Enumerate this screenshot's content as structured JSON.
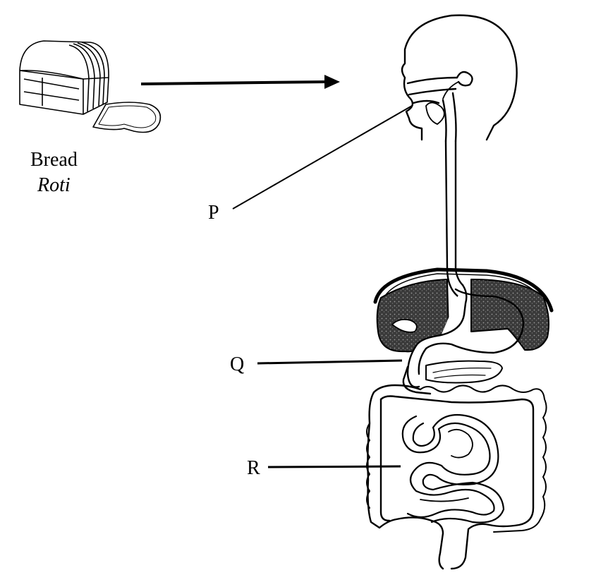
{
  "labels": {
    "bread": "Bread",
    "bread_sub": "Roti",
    "p": "P",
    "q": "Q",
    "r": "R"
  },
  "colors": {
    "ink": "#000000",
    "organ_fill": "#4a4a4a",
    "background": "#ffffff"
  },
  "icons": {
    "food": "bread-loaf-icon",
    "arrow": "right-arrow",
    "figure": "human-digestive-system"
  }
}
